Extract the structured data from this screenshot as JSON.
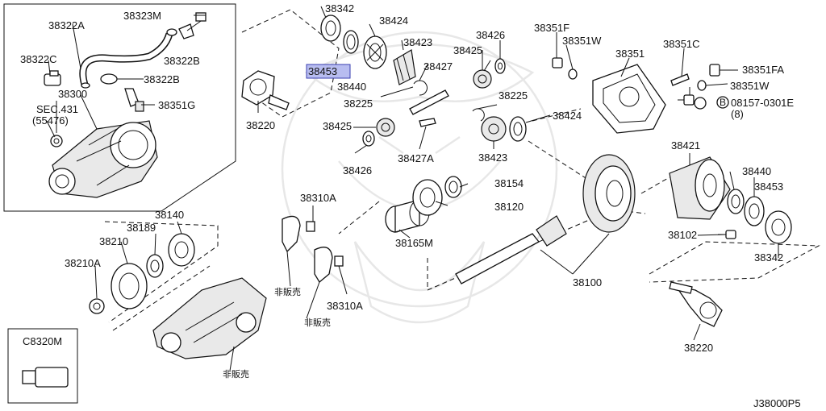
{
  "labels": {
    "l38342": "38342",
    "l38424a": "38424",
    "l38423a": "38423",
    "l38453a": "38453",
    "l38440a": "38440",
    "l38225a": "38225",
    "l38427": "38427",
    "l38425a": "38425",
    "l38426a": "38426",
    "l38220a": "38220",
    "l38425b": "38425",
    "l38426b": "38426",
    "l38427A": "38427A",
    "l38225b": "38225",
    "l38424b": "38424",
    "l38423b": "38423",
    "l38351F": "38351F",
    "l38351Wa": "38351W",
    "l38351C": "38351C",
    "l38351": "38351",
    "l38351FA": "38351FA",
    "l38351Wb": "38351W",
    "l08157": "08157-0301E",
    "l08157qty": "(8)",
    "l08157B": "B",
    "l38323M": "38323M",
    "l38322A": "38322A",
    "l38322C": "38322C",
    "l38322Ba": "38322B",
    "l38322Bb": "38322B",
    "l38300": "38300",
    "lsec431": "SEC.431",
    "lsec431b": "(55476)",
    "l38351G": "38351G",
    "l38310Aa": "38310A",
    "l38310Ab": "38310A",
    "l38154": "38154",
    "l38120": "38120",
    "l38165M": "38165M",
    "l38140": "38140",
    "l38189": "38189",
    "l38210": "38210",
    "l38210A": "38210A",
    "lhanbai1": "非販売",
    "lhanbai2": "非販売",
    "lhanbai3": "非販売",
    "l38100": "38100",
    "l38421": "38421",
    "l38440b": "38440",
    "l38453b": "38453",
    "l38102": "38102",
    "l38342b": "38342",
    "l38220b": "38220",
    "lC8320M": "C8320M",
    "lcode": "J38000P5"
  },
  "highlight": {
    "part_number": "38453",
    "color": "#b8bdf0"
  }
}
